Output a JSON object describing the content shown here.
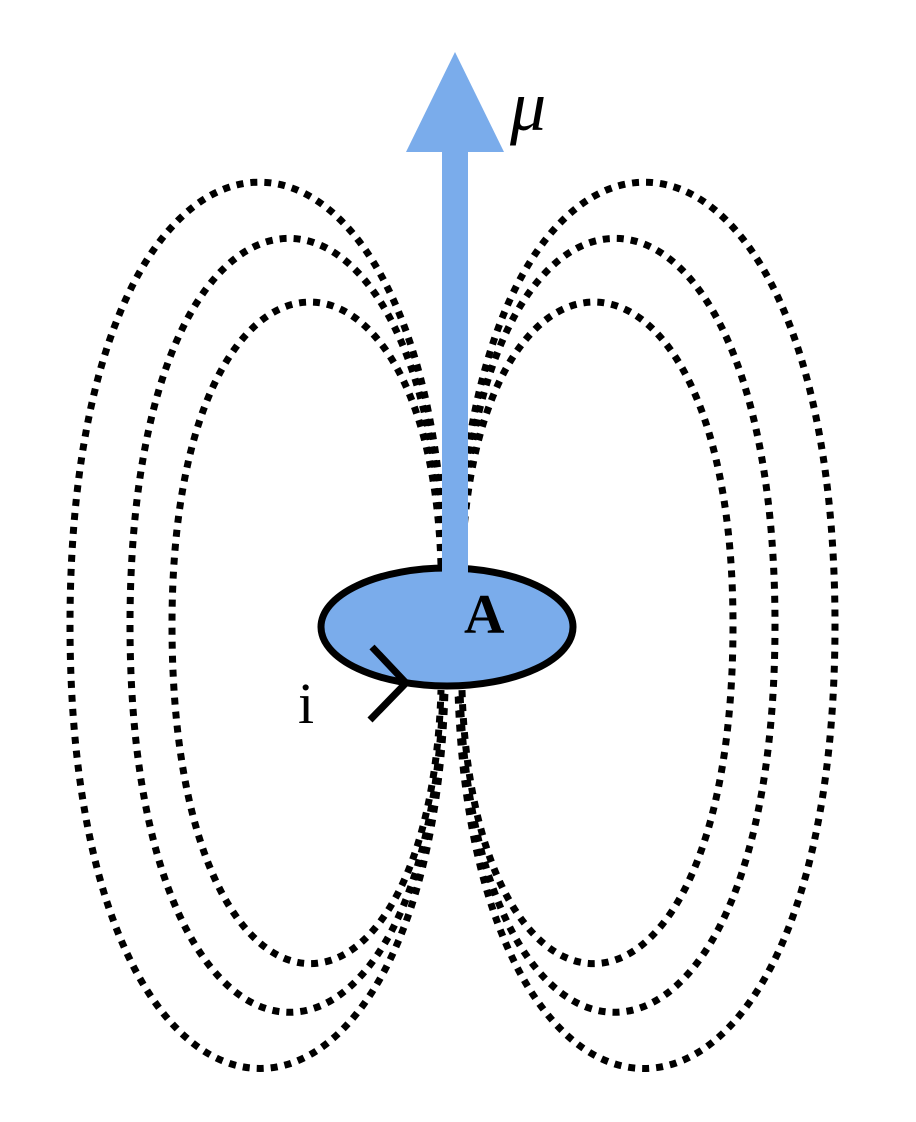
{
  "labels": {
    "moment": "μ",
    "area": "A",
    "current": "i"
  },
  "colors": {
    "loop_fill": "#7aaceb",
    "arrow": "#7aaceb",
    "field_lines": "#000000"
  }
}
